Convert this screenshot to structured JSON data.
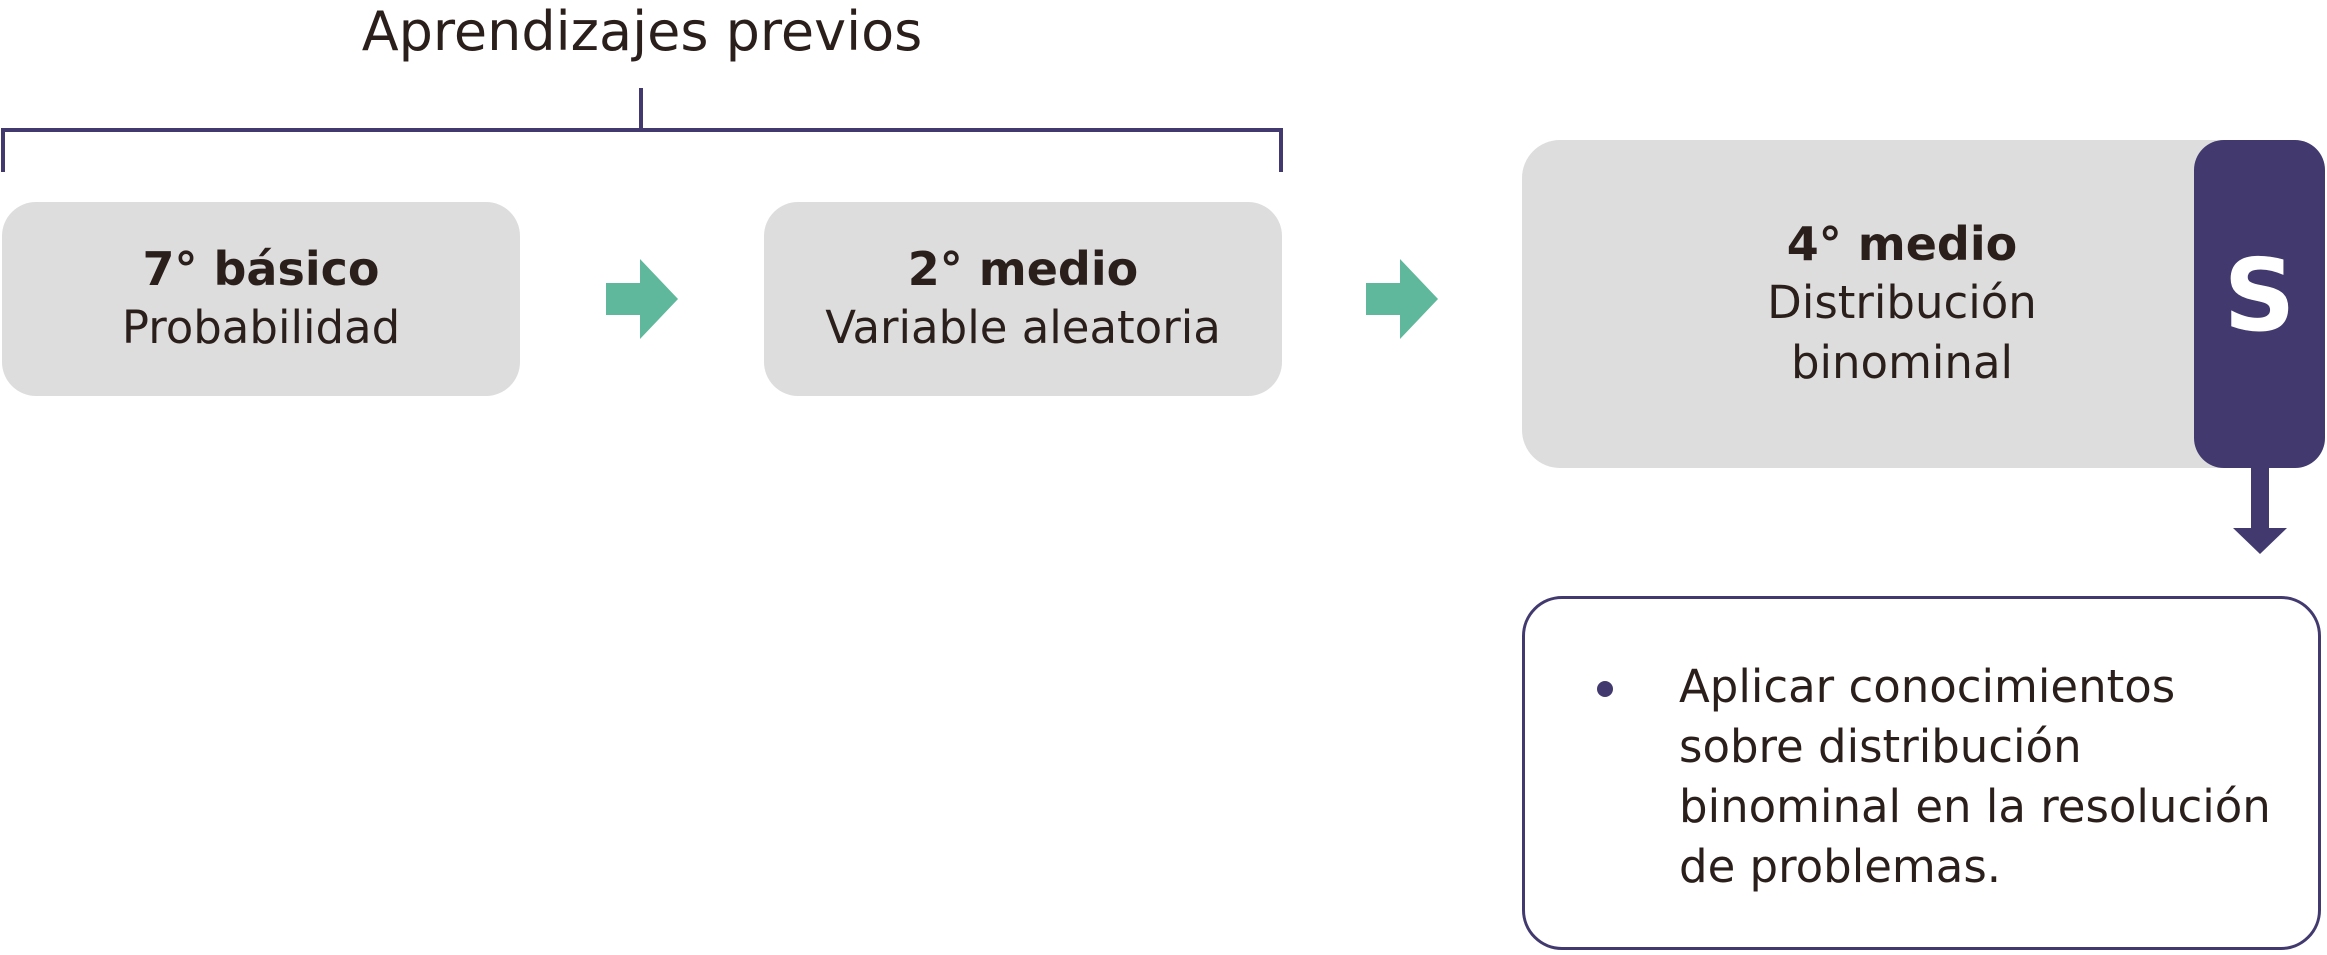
{
  "prior_learning": {
    "title": "Aprendizajes previos"
  },
  "steps": [
    {
      "grade": "7° básico",
      "topic": "Probabilidad"
    },
    {
      "grade": "2° medio",
      "topic": "Variable aleatoria"
    }
  ],
  "current": {
    "grade": "4° medio",
    "topic": "Distribución binominal",
    "tab_letter": "S"
  },
  "objectives": [
    "Aplicar conocimientos sobre distribución binominal en la resolución de problemas."
  ],
  "colors": {
    "accent": "#423a6f",
    "arrow": "#5fb89b",
    "box": "#dddddd",
    "text": "#2b1f1b"
  }
}
